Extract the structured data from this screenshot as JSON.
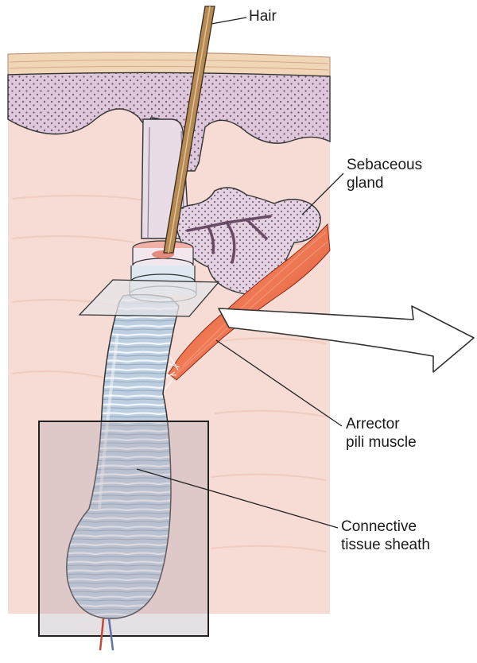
{
  "labels": {
    "hair": "Hair",
    "sebaceous_gland": [
      "Sebaceous",
      "gland"
    ],
    "arrector_pili_muscle": [
      "Arrector",
      "pili muscle"
    ],
    "connective_tissue_sheath": [
      "Connective",
      "tissue sheath"
    ]
  },
  "colors": {
    "dermis": "#f6dcd4",
    "epidermis": "#dcc8da",
    "surface": "#f1d7b8",
    "hair_shaft": "#b58a55",
    "sheath": "#b9cbdc",
    "muscle": "#e25a3a",
    "outline": "#333333"
  }
}
